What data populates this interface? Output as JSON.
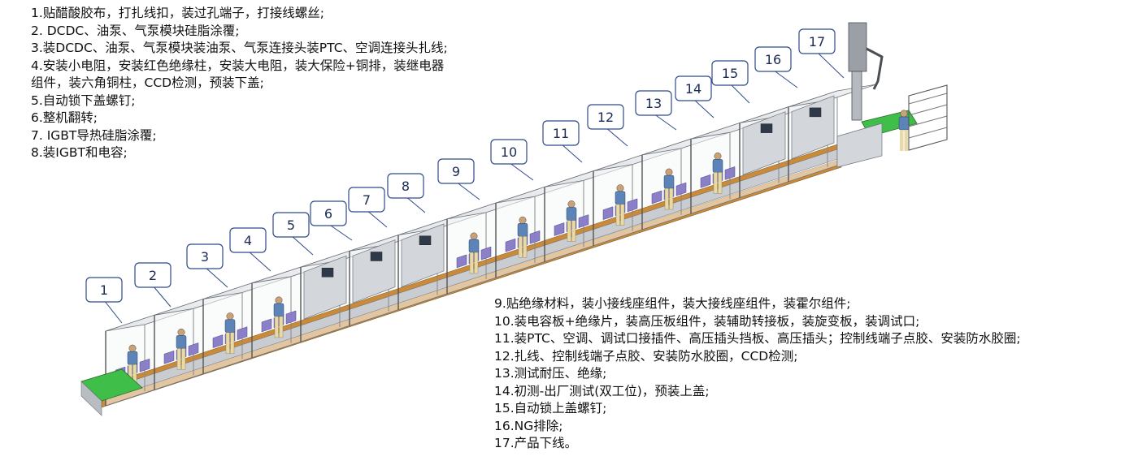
{
  "steps_left": [
    "1.贴醋酸胶布，打扎线扣，装过孔端子，打接线螺丝;",
    "2. DCDC、油泵、气泵模块硅脂涂覆;",
    "3.装DCDC、油泵、气泵模块装油泵、气泵连接头装PTC、空调连接头扎线;",
    "4.安装小电阻，安装红色绝缘柱，安装大电阻，装大保险+铜排，装继电器",
    "   组件，装六角铜柱，CCD检测，预装下盖;",
    "5.自动锁下盖螺钉;",
    "6.整机翻转;",
    "7. IGBT导热硅脂涂覆;",
    "8.装IGBT和电容;"
  ],
  "steps_right": [
    "9.贴绝缘材料，装小接线座组件，装大接线座组件，装霍尔组件;",
    "10.装电容板+绝缘片，装高压板组件，装辅助转接板，装旋变板，装调试口;",
    "11.装PTC、空调、调试口接插件、高压插头挡板、高压插头；控制线端子点胶、安装防水胶圈;",
    "12.扎线、控制线端子点胶、安装防水胶圈，CCD检测;",
    "13.测试耐压、绝缘;",
    "14.初测-出厂测试(双工位)，预装上盖;",
    "15.自动锁上盖螺钉;",
    "16.NG排除;",
    "17.产品下线。"
  ],
  "callouts": [
    "1",
    "2",
    "3",
    "4",
    "5",
    "6",
    "7",
    "8",
    "9",
    "10",
    "11",
    "12",
    "13",
    "14",
    "15",
    "16",
    "17"
  ],
  "colors": {
    "callout_border": "#2f4a8a",
    "frame": "#9aa0a6",
    "panel": "#e9ecef",
    "orange": "#c98a3a",
    "fixture": "#8b7fc8",
    "worker_shirt": "#5c84b8",
    "worker_pants": "#e8d9a8",
    "conveyor_green": "#3fbf4a"
  }
}
